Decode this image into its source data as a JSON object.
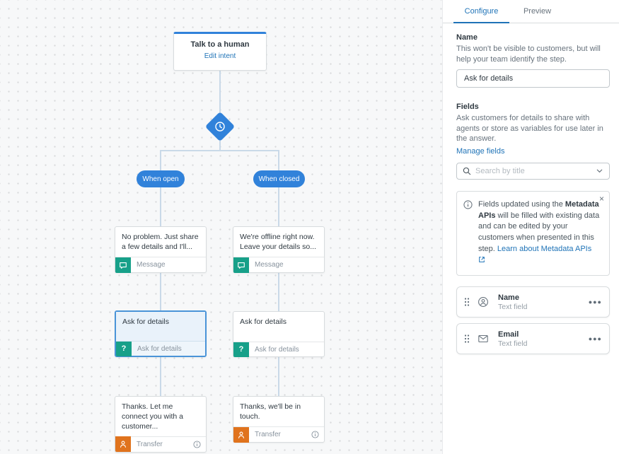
{
  "colors": {
    "accent_blue": "#1f73b7",
    "node_blue": "#3182da",
    "message_teal": "#17a089",
    "transfer_orange": "#e0731d",
    "connector": "#c9d9e8"
  },
  "canvas": {
    "intent": {
      "title": "Talk to a human",
      "link": "Edit intent"
    },
    "branch": {
      "open_label": "When open",
      "closed_label": "When closed"
    },
    "columns": [
      {
        "message": {
          "text": "No problem. Just share a few details and I'll...",
          "label": "Message"
        },
        "ask": {
          "text": "Ask for details",
          "label": "Ask for details",
          "icon_glyph": "?"
        },
        "transfer": {
          "text": "Thanks. Let me connect you with a customer...",
          "label": "Transfer"
        }
      },
      {
        "message": {
          "text": "We're offline right now. Leave your details so...",
          "label": "Message"
        },
        "ask": {
          "text": "Ask for details",
          "label": "Ask for details",
          "icon_glyph": "?"
        },
        "transfer": {
          "text": "Thanks, we'll be in touch.",
          "label": "Transfer"
        }
      }
    ]
  },
  "panel": {
    "tabs": [
      {
        "label": "Configure"
      },
      {
        "label": "Preview"
      }
    ],
    "name_section": {
      "title": "Name",
      "description": "This won't be visible to customers, but will help your team identify the step.",
      "input_value": "Ask for details"
    },
    "fields_section": {
      "title": "Fields",
      "description": "Ask customers for details to share with agents or store as variables for use later in the answer.",
      "manage_link": "Manage fields",
      "search_placeholder": "Search by title"
    },
    "banner": {
      "prefix": "Fields updated using the ",
      "bold": "Metadata APIs",
      "middle": " will be filled with existing data and can be edited by your customers when presented in this step. ",
      "link": "Learn about Metadata APIs",
      "close": "×"
    },
    "field_cards": [
      {
        "name": "Name",
        "type": "Text field"
      },
      {
        "name": "Email",
        "type": "Text field"
      }
    ]
  }
}
